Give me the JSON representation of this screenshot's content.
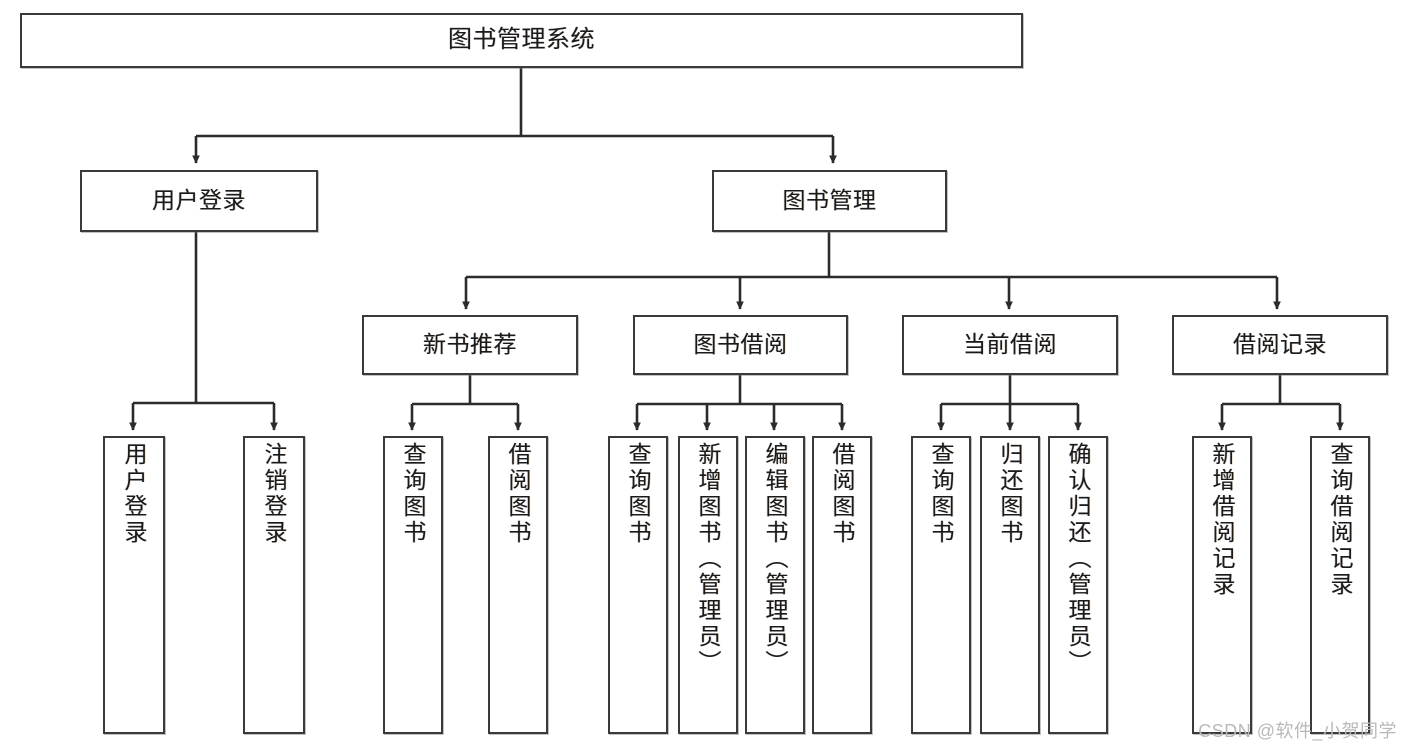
{
  "diagram": {
    "title": "图书管理系统",
    "type": "tree",
    "watermark": "CSDN @软件_小贺同学",
    "colors": {
      "box_border": "#3a3a3a",
      "box_fill": "#ffffff",
      "connector": "#2b2b2b",
      "text": "#1a1a1a",
      "watermark": "#b9b9b9"
    },
    "levels": {
      "root": {
        "label": "图书管理系统"
      },
      "level2": [
        {
          "label": "用户登录"
        },
        {
          "label": "图书管理"
        }
      ],
      "level3": [
        {
          "label": "新书推荐"
        },
        {
          "label": "图书借阅"
        },
        {
          "label": "当前借阅"
        },
        {
          "label": "借阅记录"
        }
      ],
      "leaves": [
        {
          "label": "用户登录",
          "parent": "用户登录"
        },
        {
          "label": "注销登录",
          "parent": "用户登录"
        },
        {
          "label": "查询图书",
          "parent": "新书推荐"
        },
        {
          "label": "借阅图书",
          "parent": "新书推荐"
        },
        {
          "label": "查询图书",
          "parent": "图书借阅"
        },
        {
          "label": "新增图书（管理员）",
          "parent": "图书借阅"
        },
        {
          "label": "编辑图书（管理员）",
          "parent": "图书借阅"
        },
        {
          "label": "借阅图书",
          "parent": "图书借阅"
        },
        {
          "label": "查询图书",
          "parent": "当前借阅"
        },
        {
          "label": "归还图书",
          "parent": "当前借阅"
        },
        {
          "label": "确认归还（管理员）",
          "parent": "当前借阅"
        },
        {
          "label": "新增借阅记录",
          "parent": "借阅记录"
        },
        {
          "label": "查询借阅记录",
          "parent": "借阅记录"
        }
      ]
    }
  }
}
